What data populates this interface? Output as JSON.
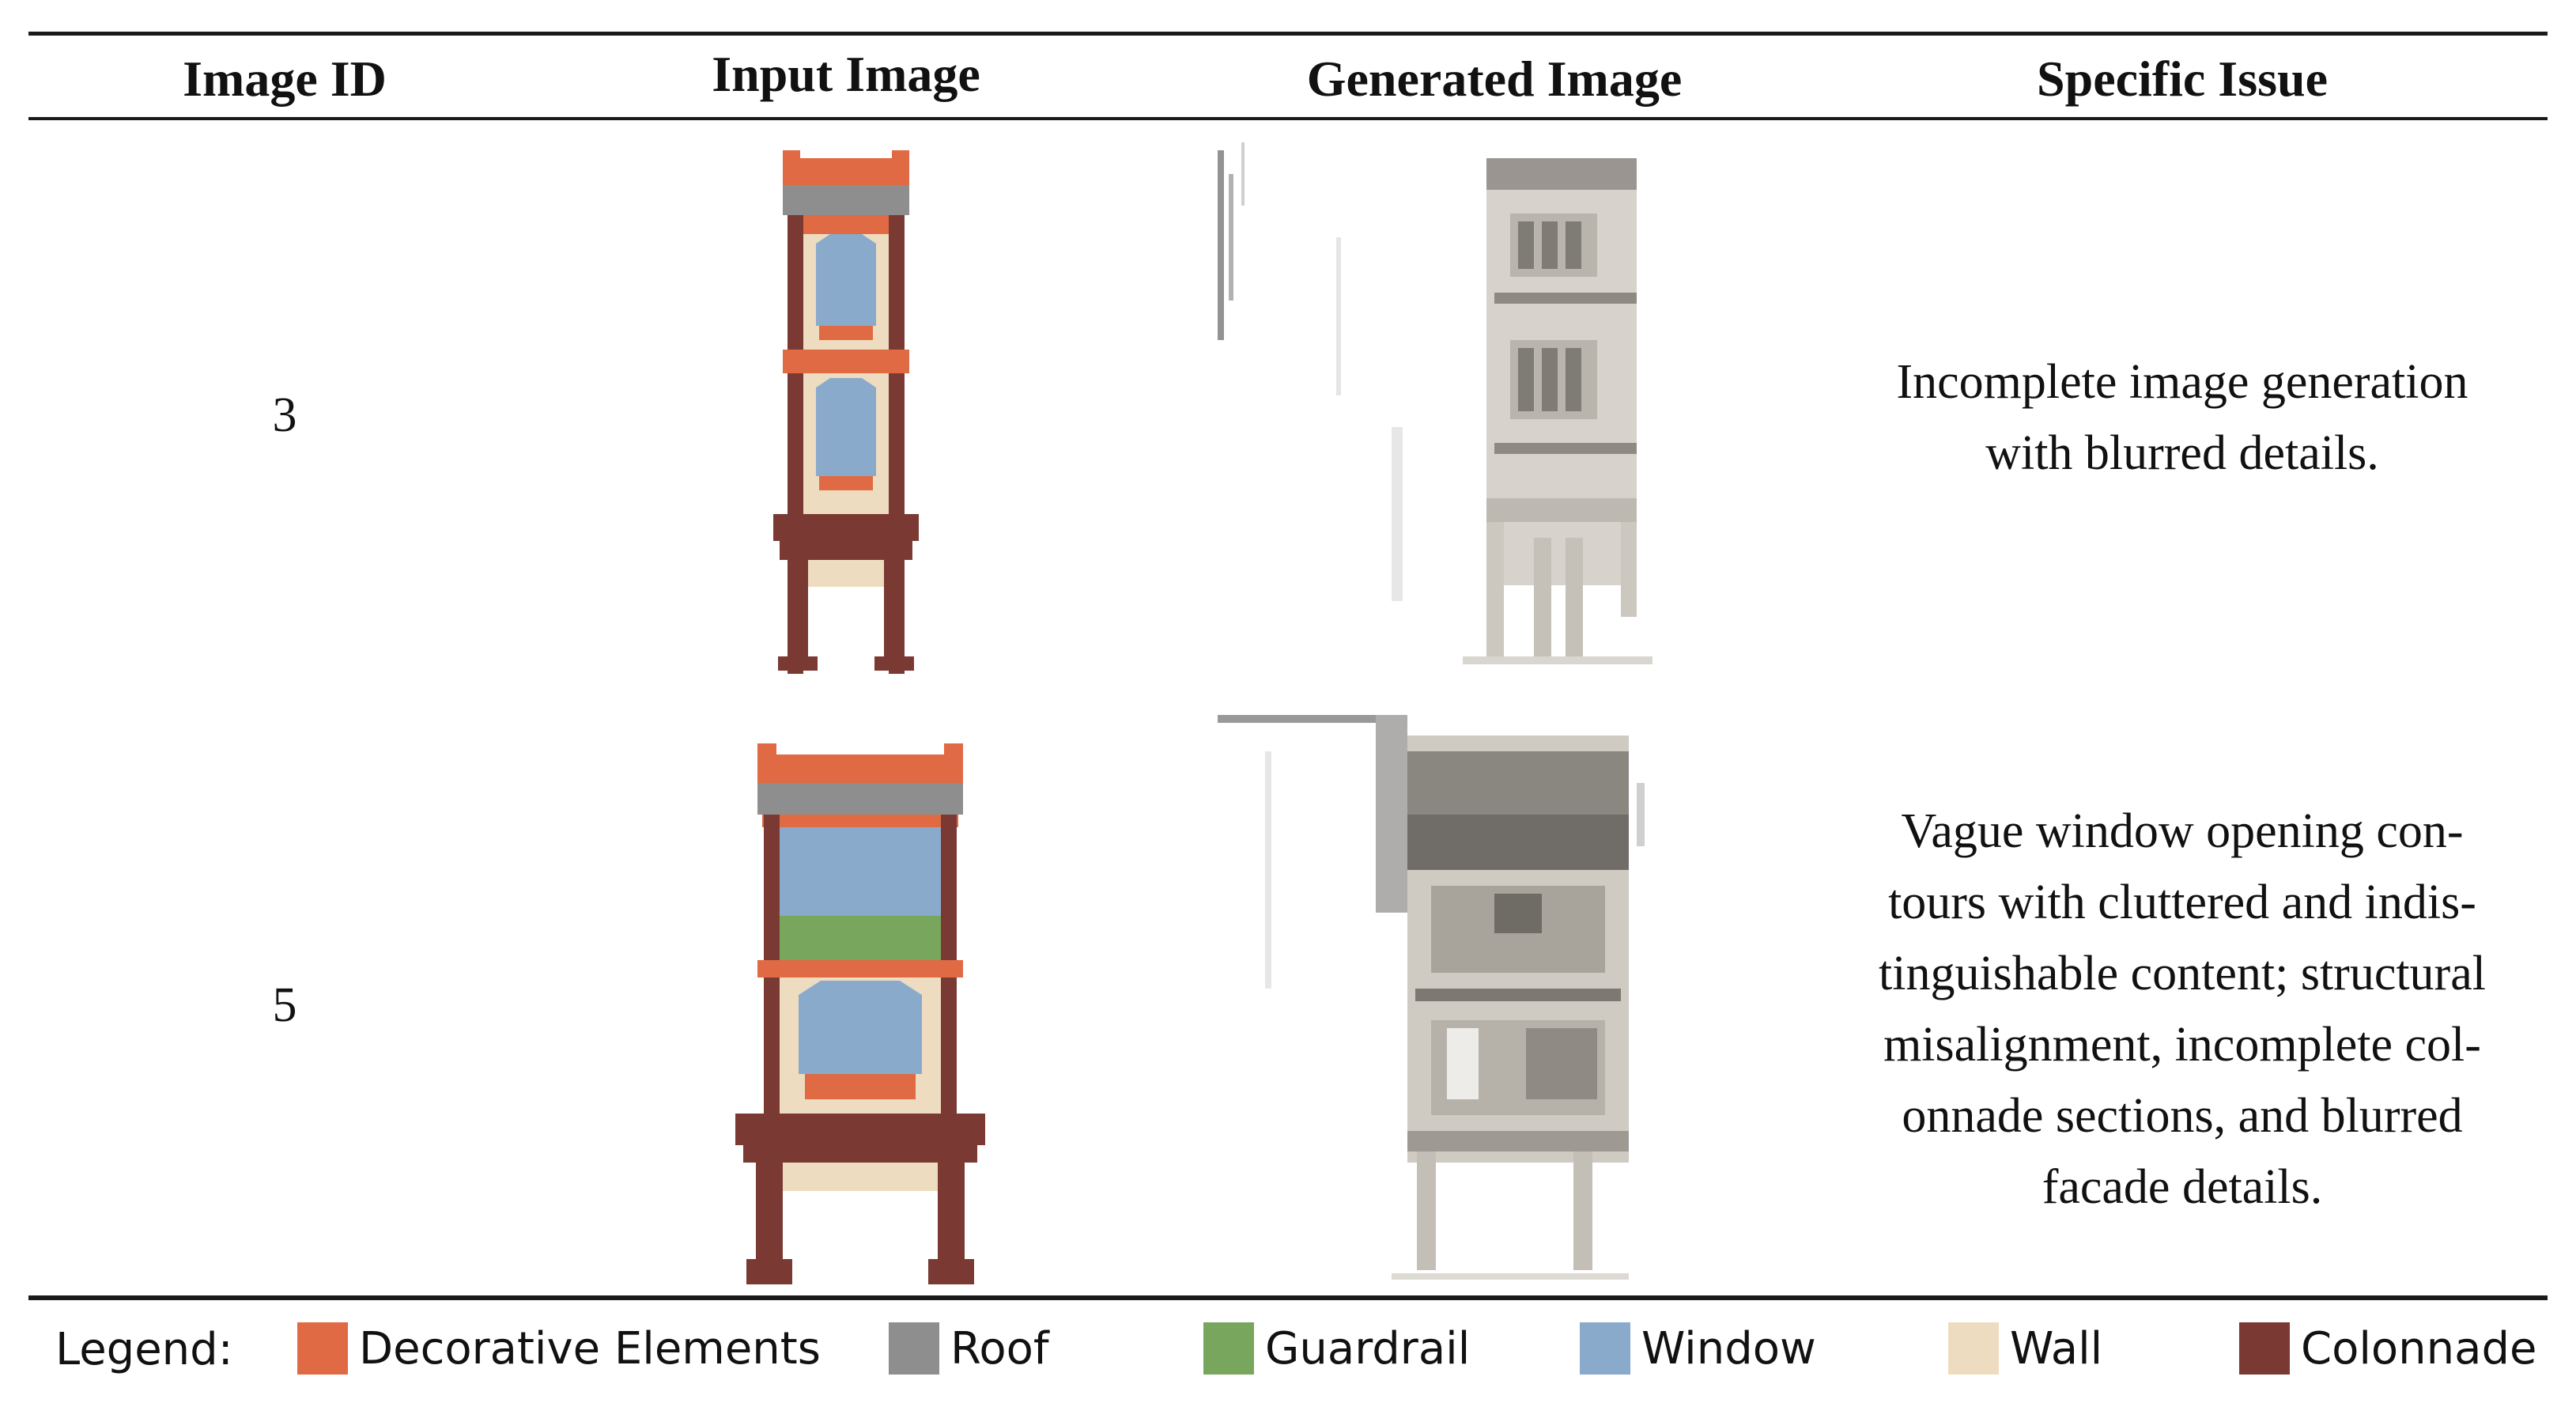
{
  "table": {
    "headers": [
      "Image ID",
      "Input Image",
      "Generated Image",
      "Specific Issue"
    ],
    "rows": [
      {
        "id": "3",
        "issue_lines": [
          "Incomplete image generation",
          "with blurred details."
        ]
      },
      {
        "id": "5",
        "issue_lines": [
          "Vague window opening con-",
          "tours with cluttered and indis-",
          "tinguishable content; structural",
          "misalignment, incomplete col-",
          "onnade sections, and blurred",
          "facade details."
        ]
      }
    ]
  },
  "legend": {
    "label": "Legend:",
    "items": [
      {
        "name": "Decorative Elements",
        "color": "#E06A43"
      },
      {
        "name": "Roof",
        "color": "#8E8E8E"
      },
      {
        "name": "Guardrail",
        "color": "#79A65D"
      },
      {
        "name": "Window",
        "color": "#8AAACC"
      },
      {
        "name": "Wall",
        "color": "#EEDCC0"
      },
      {
        "name": "Colonnade",
        "color": "#7A3A33"
      }
    ]
  }
}
